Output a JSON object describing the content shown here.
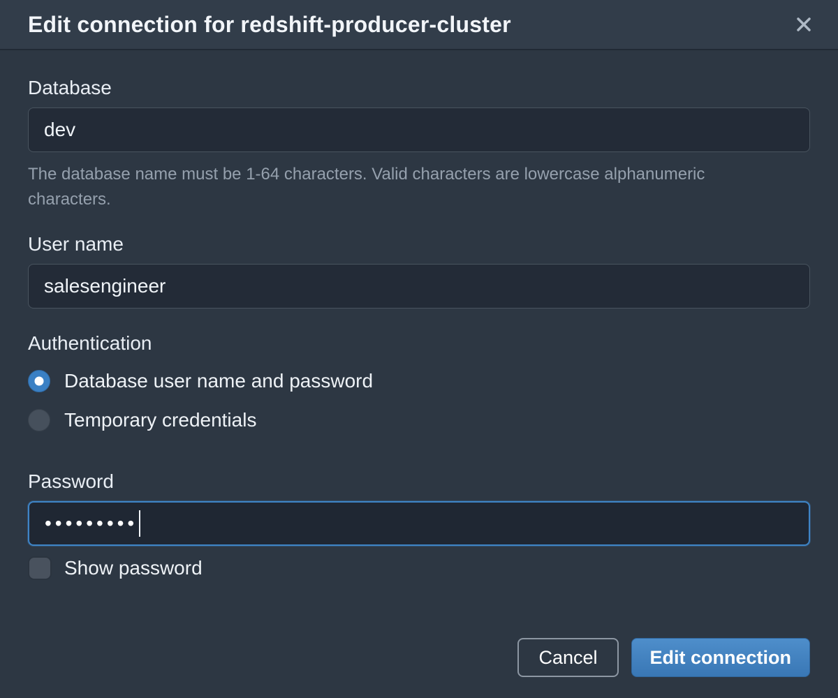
{
  "modal": {
    "title": "Edit connection for redshift-producer-cluster"
  },
  "fields": {
    "database": {
      "label": "Database",
      "value": "dev",
      "helper": "The database name must be 1-64 characters. Valid characters are lowercase alphanumeric characters."
    },
    "username": {
      "label": "User name",
      "value": "salesengineer"
    },
    "authentication": {
      "label": "Authentication",
      "options": [
        {
          "label": "Database user name and password",
          "selected": true
        },
        {
          "label": "Temporary credentials",
          "selected": false
        }
      ]
    },
    "password": {
      "label": "Password",
      "masked_value": "•••••••••",
      "dot_count": 9,
      "show_password_label": "Show password",
      "show_password_checked": false
    }
  },
  "footer": {
    "cancel_label": "Cancel",
    "submit_label": "Edit connection"
  },
  "colors": {
    "header_bg": "#323d4a",
    "body_bg": "#2d3743",
    "input_bg": "#232b37",
    "input_border": "#49545f",
    "focus_border": "#3e84c6",
    "accent_blue": "#3a80c4",
    "helper_text": "#95a0ad",
    "button_gradient_top": "#4e8ecb",
    "button_gradient_bottom": "#3977b5"
  }
}
